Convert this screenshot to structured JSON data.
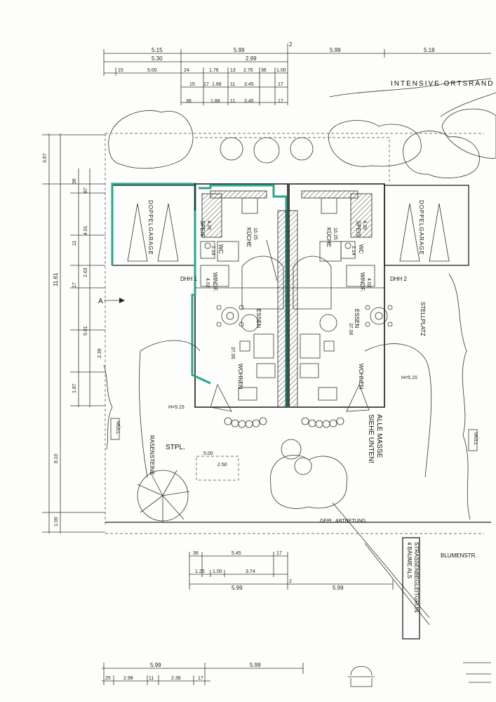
{
  "dims_top": {
    "r1_a": "5.15",
    "r1_b": "5.99",
    "r1_c": "5.99",
    "r1_d": "5.18",
    "r2_a": "5.30",
    "r2_b": "2.99",
    "r3": [
      "15",
      "5.00",
      "24",
      "1.76",
      "13",
      "2.76",
      "36",
      "1.00"
    ],
    "r4": [
      "15",
      "17",
      "1.88",
      "11",
      "3.45",
      "17"
    ],
    "r5": [
      "36",
      "1.88",
      "11",
      "3.45",
      "17"
    ]
  },
  "dims_left": {
    "labels": [
      "3.67",
      "36",
      "87",
      "4.01",
      "11",
      "2.63",
      "17",
      "5.01",
      "1.87",
      "8.10",
      "1.00",
      "11.61",
      "2.39"
    ]
  },
  "notes": {
    "intensive": "INTENSIVE ORTSRAND",
    "doppelgarage_left": "DOPPELGARAGE",
    "doppelgarage_right": "DOPPELGARAGE",
    "dhh1": "DHH 1",
    "dhh2": "DHH 2",
    "a_marker": "A",
    "kueche": "KÜCHE",
    "kueche_area": "16.25",
    "speis": "SPEIS",
    "speis_area": "4.26",
    "wc": "WC",
    "wc_area": "2.14",
    "windf": "WINDF.",
    "windf_area": "4.02",
    "essen": "ESSEN",
    "wohnen": "WOHNEN",
    "wohnen_area": "37.06",
    "stellplatz": "STELLPLATZ",
    "rasensteine": "RASENSTEINE",
    "stpl": "STPL.",
    "muell": "MÜLL",
    "alle_masse": "ALLE MASSE",
    "siehe_unten": "SIEHE UNTEN!",
    "gepl": "GEPL. ABTRETUNG",
    "blumenstr": "BLUMENSTR.",
    "strassen_1": "4 BÄUME ALS",
    "strassen_2": "STRASSENBEGLEITGRÜN",
    "h_515": "H=5.15"
  },
  "dims_bottom1": {
    "a": "36",
    "b": "5.45",
    "c": "17",
    "d": "1.25",
    "e": "1.00",
    "f": "3.74",
    "g": "5.99",
    "h": "5.99"
  },
  "dims_bottom2": {
    "a": "5.99",
    "b": "5.99",
    "c": "25",
    "d": "2.98",
    "e": "11",
    "f": "2.38",
    "g": "17"
  },
  "misc": {
    "two_top": "2",
    "two_bottom": "2",
    "five_hundred": "5.00",
    "two_fifty": "2.50"
  }
}
